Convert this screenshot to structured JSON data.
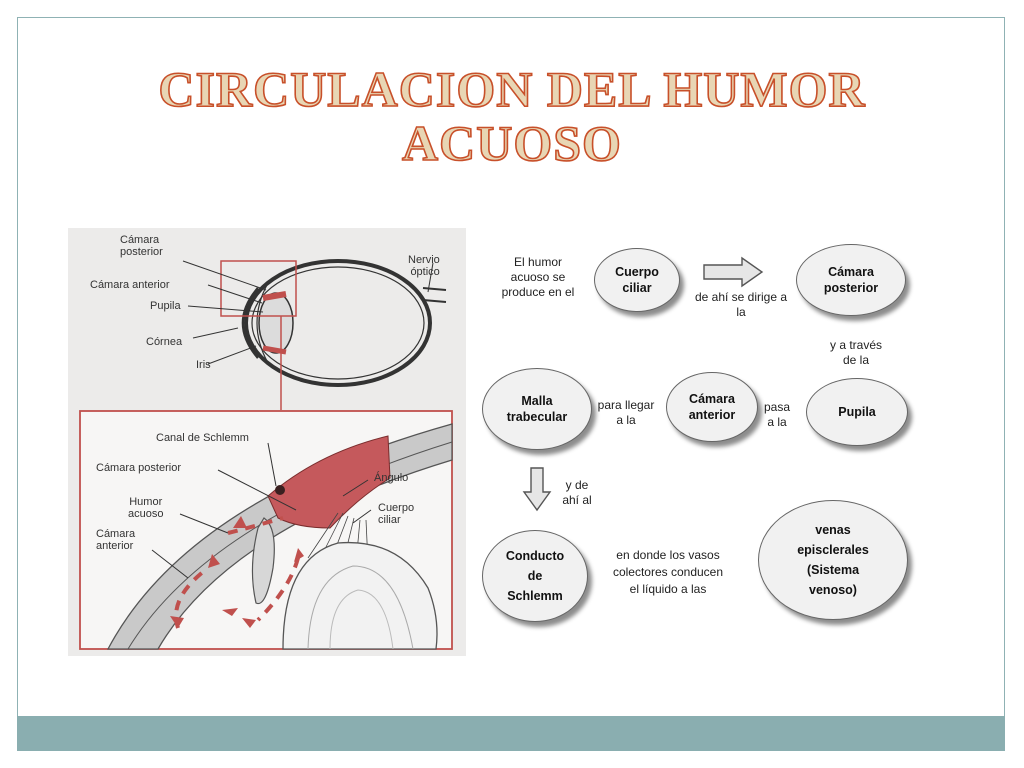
{
  "title": {
    "line1": "CIRCULACION DEL HUMOR",
    "line2": "ACUOSO"
  },
  "anatomy": {
    "top_labels": {
      "camara_posterior": "Cámara\nposterior",
      "camara_anterior": "Cámara anterior",
      "pupila": "Pupila",
      "cornea": "Córnea",
      "iris": "Iris",
      "nervio_optico": "Nervio\nóptico"
    },
    "detail_labels": {
      "canal_schlemm": "Canal de Schlemm",
      "camara_posterior": "Cámara posterior",
      "humor_acuoso": "Humor\nacuoso",
      "camara_anterior": "Cámara\nanterior",
      "angulo": "Ángulo",
      "cuerpo_ciliar": "Cuerpo\nciliar"
    }
  },
  "flow": {
    "intro": "El humor\nacuoso se\nproduce en el",
    "nodes": {
      "cuerpo_ciliar": "Cuerpo\nciliar",
      "camara_posterior": "Cámara\nposterior",
      "pupila": "Pupila",
      "camara_anterior": "Cámara\nanterior",
      "malla_trabecular": "Malla\ntrabecular",
      "conducto_schlemm": "Conducto\nde\nSchlemm",
      "venas_episclerales": "venas\nepisclerales\n(Sistema\nvenoso)"
    },
    "connectors": {
      "de_ahi_se_dirige": "de ahí se dirige a\nla",
      "a_traves": "y a través\nde la",
      "pasa_a_la": "pasa\na la",
      "para_llegar": "para llegar\na la",
      "y_de_ahi_al": "y de\nahí al",
      "en_donde": "en donde los vasos\ncolectores conducen\nel líquido a las"
    }
  }
}
